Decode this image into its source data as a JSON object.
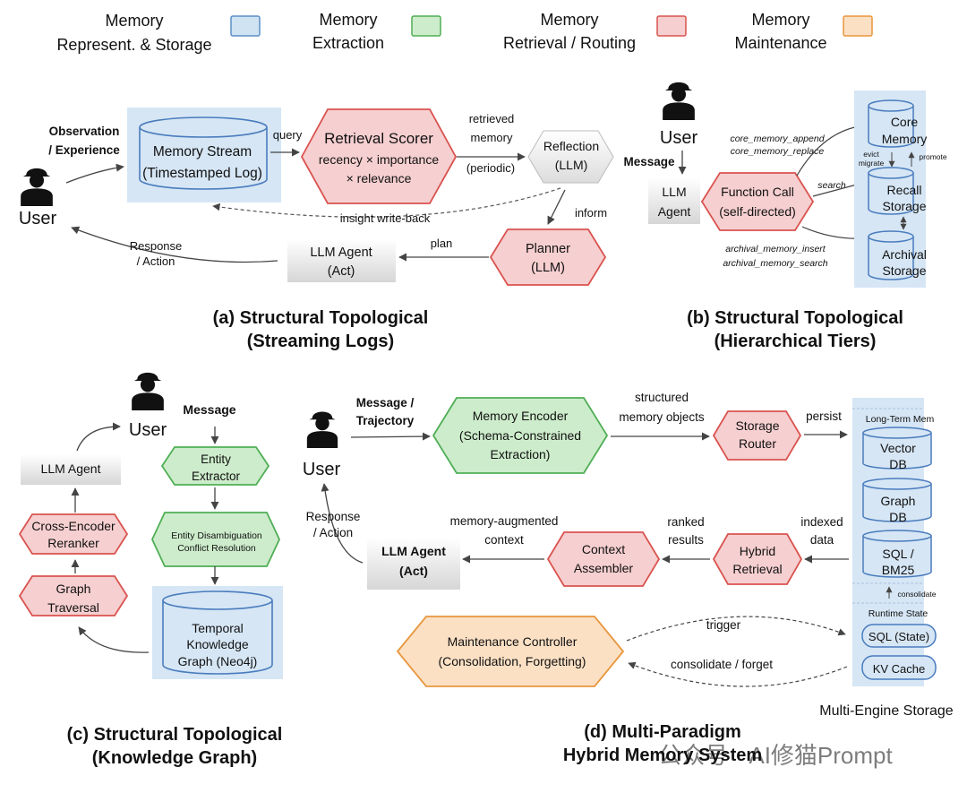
{
  "legend": [
    {
      "line1": "Memory",
      "line2": "Represent. & Storage",
      "color": "#cfe3f3",
      "stroke": "#5b8fc7"
    },
    {
      "line1": "Memory",
      "line2": "Extraction",
      "color": "#cdeccb",
      "stroke": "#4fae55"
    },
    {
      "line1": "Memory",
      "line2": "Retrieval / Routing",
      "color": "#f6cfd0",
      "stroke": "#d9534f"
    },
    {
      "line1": "Memory",
      "line2": "Maintenance",
      "color": "#fbe0c4",
      "stroke": "#e8963d"
    }
  ],
  "panel_a": {
    "title1": "(a) Structural Topological",
    "title2": "(Streaming Logs)",
    "obs1": "Observation",
    "obs2": "/ Experience",
    "user": "User",
    "stream1": "Memory Stream",
    "stream2": "(Timestamped Log)",
    "query": "query",
    "scorer1": "Retrieval Scorer",
    "scorer2": "recency × importance",
    "scorer3": "× relevance",
    "retrieved1": "retrieved",
    "retrieved2": "memory",
    "periodic": "(periodic)",
    "reflection1": "Reflection",
    "reflection2": "(LLM)",
    "insight": "insight write-back",
    "inform": "inform",
    "planner1": "Planner",
    "planner2": "(LLM)",
    "plan": "plan",
    "agent1": "LLM Agent",
    "agent2": "(Act)",
    "response1": "Response",
    "response2": "/ Action"
  },
  "panel_b": {
    "title1": "(b) Structural Topological",
    "title2": "(Hierarchical Tiers)",
    "user": "User",
    "message": "Message",
    "agent1": "LLM",
    "agent2": "Agent",
    "fc1": "Function Call",
    "fc2": "(self-directed)",
    "core_append": "core_memory_append",
    "core_replace": "core_memory_replace",
    "search": "search",
    "arch_insert": "archival_memory_insert",
    "arch_search": "archival_memory_search",
    "core1": "Core",
    "core2": "Memory",
    "evict1": "evict",
    "evict2": "migrate",
    "promote": "promote",
    "recall1": "Recall",
    "recall2": "Storage",
    "archival1": "Archival",
    "archival2": "Storage"
  },
  "panel_c": {
    "title1": "(c) Structural Topological",
    "title2": "(Knowledge Graph)",
    "user": "User",
    "message": "Message",
    "agent": "LLM Agent",
    "entity1": "Entity",
    "entity2": "Extractor",
    "disamb1": "Entity Disambiguation",
    "disamb2": "Conflict Resolution",
    "rerank1": "Cross-Encoder",
    "rerank2": "Reranker",
    "trav1": "Graph",
    "trav2": "Traversal",
    "kg1": "Temporal",
    "kg2": "Knowledge",
    "kg3": "Graph (Neo4j)"
  },
  "panel_d": {
    "title1": "(d) Multi-Paradigm",
    "title2": "Hybrid Memory System",
    "msg1": "Message /",
    "msg2": "Trajectory",
    "user": "User",
    "enc1": "Memory Encoder",
    "enc2": "(Schema-Constrained",
    "enc3": "Extraction)",
    "struct1": "structured",
    "struct2": "memory objects",
    "router1": "Storage",
    "router2": "Router",
    "persist": "persist",
    "ltm": "Long-Term Mem",
    "vec1": "Vector",
    "vec2": "DB",
    "graph1": "Graph",
    "graph2": "DB",
    "sql1": "SQL /",
    "sql2": "BM25",
    "consolidate_small": "consolidate",
    "runtime": "Runtime State",
    "sqlstate": "SQL (State)",
    "kv": "KV Cache",
    "multi": "Multi-Engine Storage",
    "indexed1": "indexed",
    "indexed2": "data",
    "hybrid1": "Hybrid",
    "hybrid2": "Retrieval",
    "ranked1": "ranked",
    "ranked2": "results",
    "ctx1": "Context",
    "ctx2": "Assembler",
    "aug1": "memory-augmented",
    "aug2": "context",
    "agent1": "LLM Agent",
    "agent2": "(Act)",
    "response1": "Response",
    "response2": "/ Action",
    "maint1": "Maintenance Controller",
    "maint2": "(Consolidation, Forgetting)",
    "trigger": "trigger",
    "consolidate": "consolidate / forget"
  },
  "watermark": "公众号 · AI修猫Prompt"
}
